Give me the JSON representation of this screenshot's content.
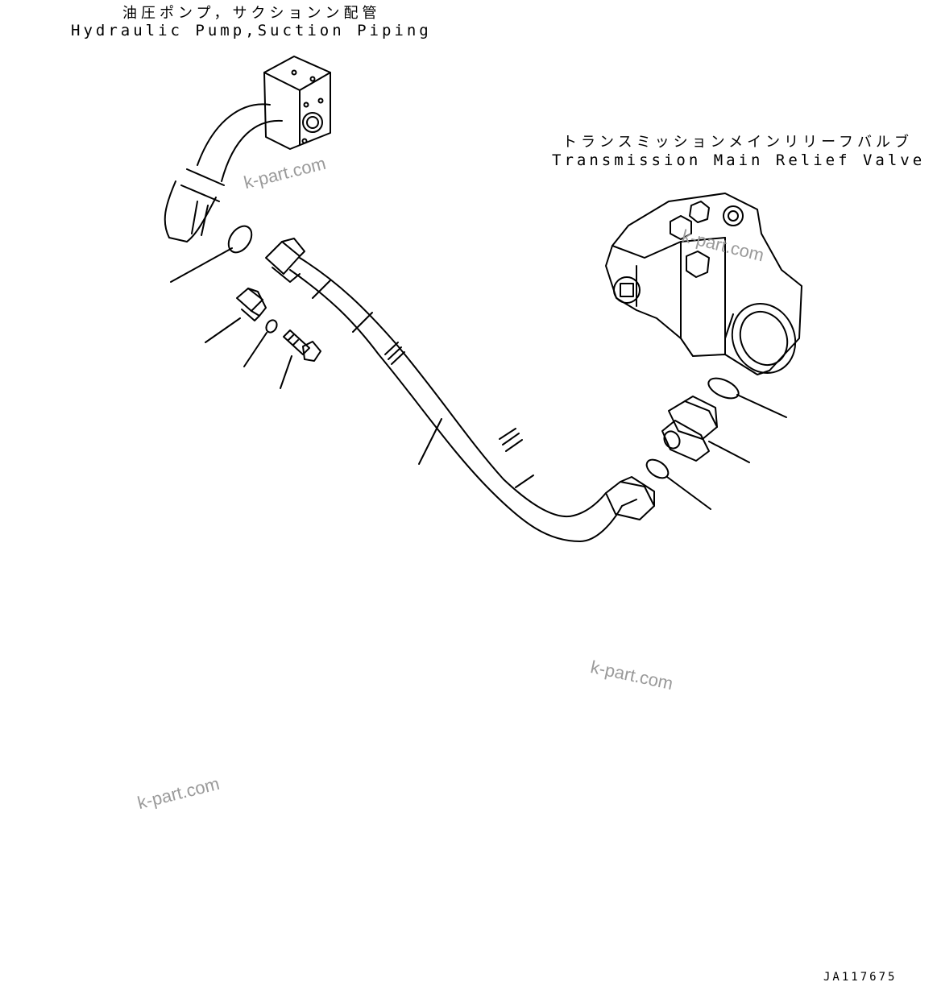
{
  "labels": {
    "pump_jp": "油圧ポンプ，サクションン配管",
    "pump_en": "Hydraulic Pump,Suction Piping",
    "valve_jp": "トランスミッションメインリリーフバルブ",
    "valve_en": "Transmission Main Relief Valve"
  },
  "watermark": "k-part.com",
  "drawing_code": "JA117675",
  "colors": {
    "line": "#000000",
    "watermark": "#9a9a9a",
    "background": "#ffffff"
  }
}
